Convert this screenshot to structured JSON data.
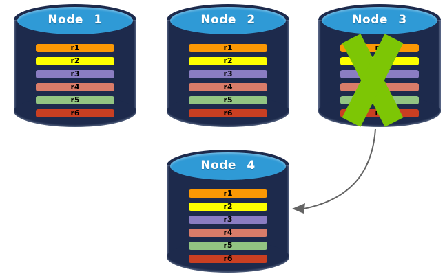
{
  "diagram": {
    "background": "#ffffff",
    "colors": {
      "cylinder_body": "#1D2A4C",
      "cylinder_top": "#2F9AD6",
      "cross": "#7DC605",
      "arrow": "#646464"
    },
    "arrow": {
      "description": "curved arrow from failed Node 3 to replacement Node 4"
    },
    "nodes": [
      {
        "id": "node-1",
        "label": "Node 1",
        "failed": false,
        "rows": [
          {
            "label": "r1",
            "color": "#FB9804"
          },
          {
            "label": "r2",
            "color": "#FDFF00"
          },
          {
            "label": "r3",
            "color": "#8A7DC2"
          },
          {
            "label": "r4",
            "color": "#D97C69"
          },
          {
            "label": "r5",
            "color": "#92C482"
          },
          {
            "label": "r6",
            "color": "#C93F22"
          }
        ]
      },
      {
        "id": "node-2",
        "label": "Node 2",
        "failed": false,
        "rows": [
          {
            "label": "r1",
            "color": "#FB9804"
          },
          {
            "label": "r2",
            "color": "#FDFF00"
          },
          {
            "label": "r3",
            "color": "#8A7DC2"
          },
          {
            "label": "r4",
            "color": "#D97C69"
          },
          {
            "label": "r5",
            "color": "#92C482"
          },
          {
            "label": "r6",
            "color": "#C93F22"
          }
        ]
      },
      {
        "id": "node-3",
        "label": "Node 3",
        "failed": true,
        "rows": [
          {
            "label": "r1",
            "color": "#FB9804"
          },
          {
            "label": "r2",
            "color": "#FDFF00"
          },
          {
            "label": "r3",
            "color": "#8A7DC2"
          },
          {
            "label": "r4",
            "color": "#D97C69"
          },
          {
            "label": "r5",
            "color": "#92C482"
          },
          {
            "label": "r6",
            "color": "#C93F22"
          }
        ]
      },
      {
        "id": "node-4",
        "label": "Node 4",
        "failed": false,
        "rows": [
          {
            "label": "r1",
            "color": "#FB9804"
          },
          {
            "label": "r2",
            "color": "#FDFF00"
          },
          {
            "label": "r3",
            "color": "#8A7DC2"
          },
          {
            "label": "r4",
            "color": "#D97C69"
          },
          {
            "label": "r5",
            "color": "#92C482"
          },
          {
            "label": "r6",
            "color": "#C93F22"
          }
        ]
      }
    ]
  }
}
